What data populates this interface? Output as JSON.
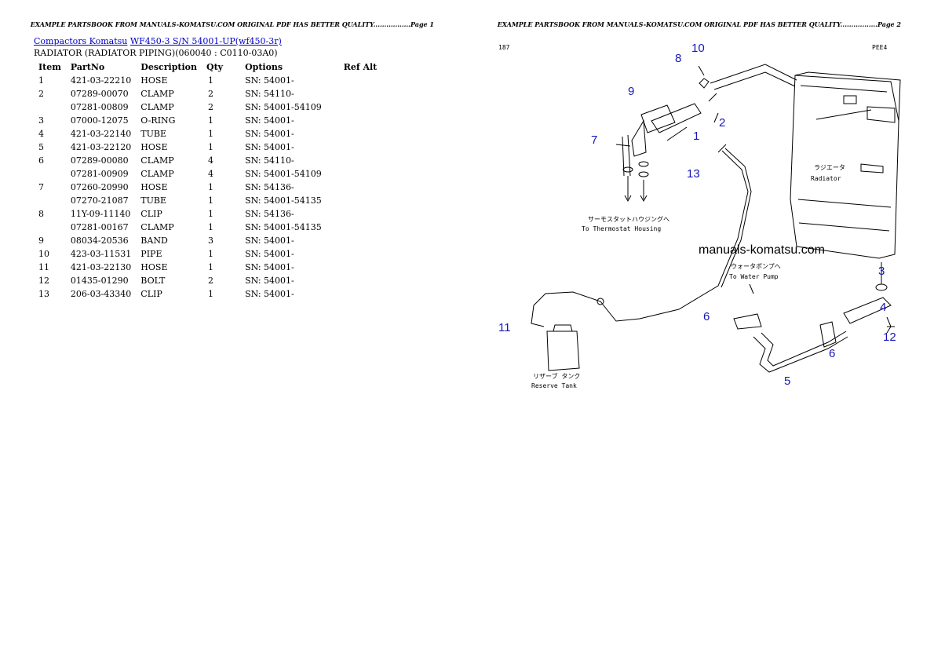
{
  "header_text": "EXAMPLE PARTSBOOK FROM MANUALS-KOMATSU.COM ORIGINAL PDF HAS BETTER QUALITY.................",
  "page1_label": "Page 1",
  "page2_label": "Page 2",
  "breadcrumb": {
    "link1": "Compactors Komatsu",
    "link2": "WF450-3 S/N 54001-UP(wf450-3r)"
  },
  "subtitle": "RADIATOR (RADIATOR PIPING)(060040 :  C0110-03A0)",
  "table": {
    "headers": [
      "Item",
      "PartNo",
      "Description",
      "Qty",
      "Options",
      "Ref Alt"
    ],
    "rows": [
      {
        "item": "1",
        "part": "421-03-22210",
        "desc": "HOSE",
        "qty": "1",
        "opt": "SN:  54001-"
      },
      {
        "item": "2",
        "part": "07289-00070",
        "desc": "CLAMP",
        "qty": "2",
        "opt": "SN:  54110-"
      },
      {
        "item": "",
        "part": "07281-00809",
        "desc": "CLAMP",
        "qty": "2",
        "opt": "SN:  54001-54109"
      },
      {
        "item": "3",
        "part": "07000-12075",
        "desc": "O-RING",
        "qty": "1",
        "opt": "SN:  54001-"
      },
      {
        "item": "4",
        "part": "421-03-22140",
        "desc": "TUBE",
        "qty": "1",
        "opt": "SN:  54001-"
      },
      {
        "item": "5",
        "part": "421-03-22120",
        "desc": "HOSE",
        "qty": "1",
        "opt": "SN:  54001-"
      },
      {
        "item": "6",
        "part": "07289-00080",
        "desc": "CLAMP",
        "qty": "4",
        "opt": "SN:  54110-"
      },
      {
        "item": "",
        "part": "07281-00909",
        "desc": "CLAMP",
        "qty": "4",
        "opt": "SN:  54001-54109"
      },
      {
        "item": "7",
        "part": "07260-20990",
        "desc": "HOSE",
        "qty": "1",
        "opt": "SN:  54136-"
      },
      {
        "item": "",
        "part": "07270-21087",
        "desc": "TUBE",
        "qty": "1",
        "opt": "SN:  54001-54135"
      },
      {
        "item": "8",
        "part": "11Y-09-11140",
        "desc": "CLIP",
        "qty": "1",
        "opt": "SN:  54136-"
      },
      {
        "item": "",
        "part": "07281-00167",
        "desc": "CLAMP",
        "qty": "1",
        "opt": "SN:  54001-54135"
      },
      {
        "item": "9",
        "part": "08034-20536",
        "desc": "BAND",
        "qty": "3",
        "opt": "SN:  54001-"
      },
      {
        "item": "10",
        "part": "423-03-11531",
        "desc": "PIPE",
        "qty": "1",
        "opt": "SN:  54001-"
      },
      {
        "item": "11",
        "part": "421-03-22130",
        "desc": "HOSE",
        "qty": "1",
        "opt": "SN:  54001-"
      },
      {
        "item": "12",
        "part": "01435-01290",
        "desc": "BOLT",
        "qty": "2",
        "opt": "SN:  54001-"
      },
      {
        "item": "13",
        "part": "206-03-43340",
        "desc": "CLIP",
        "qty": "1",
        "opt": "SN:  54001-"
      }
    ]
  },
  "diagram": {
    "watermark": "manuals-komatsu.com",
    "code_left": "187",
    "code_right": "PEE4",
    "label_thermostat_jp": "サーモスタットハウジングへ",
    "label_thermostat_en": "To Thermostat Housing",
    "label_radiator_jp": "ラジエータ",
    "label_radiator_en": "Radiator",
    "label_pump_jp": "ウォータポンプへ",
    "label_pump_en": "To Water Pump",
    "label_tank_jp": "リザーブ タンク",
    "label_tank_en": "Reserve Tank",
    "callouts": {
      "c1": "1",
      "c2": "2",
      "c3": "3",
      "c4": "4",
      "c5": "5",
      "c6a": "6",
      "c6b": "6",
      "c7": "7",
      "c8": "8",
      "c9": "9",
      "c10": "10",
      "c11": "11",
      "c12": "12",
      "c13": "13"
    }
  }
}
